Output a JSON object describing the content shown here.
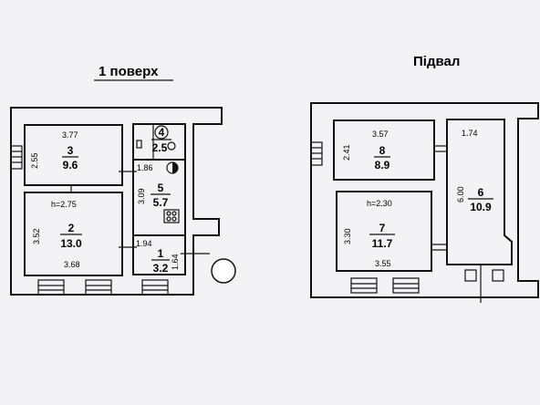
{
  "first_floor": {
    "title": "1 поверх",
    "ceiling": "h=2.75",
    "rooms": [
      {
        "num": "3",
        "area": "9.6",
        "width": "3.77",
        "depth": "2.55"
      },
      {
        "num": "2",
        "area": "13.0",
        "width": "3.68",
        "depth": "3.52"
      },
      {
        "num": "4",
        "area": "2.5"
      },
      {
        "num": "5",
        "area": "5.7",
        "width": "1.86",
        "depth": "3.09"
      },
      {
        "num": "1",
        "area": "3.2",
        "width": "1.94",
        "depth": "1.64"
      }
    ]
  },
  "basement": {
    "title": "Підвал",
    "ceiling": "h=2.30",
    "rooms": [
      {
        "num": "8",
        "area": "8.9",
        "width": "3.57",
        "depth": "2.41"
      },
      {
        "num": "7",
        "area": "11.7",
        "width": "3.55",
        "depth": "3.30"
      },
      {
        "num": "6",
        "area": "10.9",
        "width": "1.74",
        "depth": "6.00"
      }
    ]
  }
}
